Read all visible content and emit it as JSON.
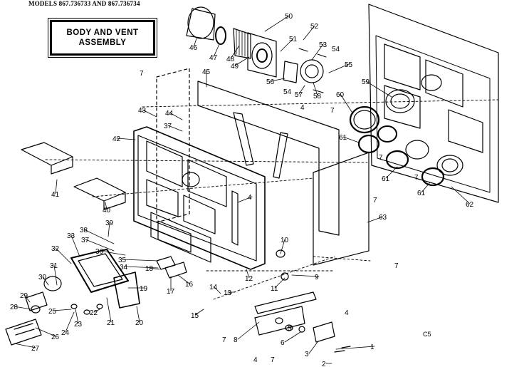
{
  "header": {
    "models": "MODELS 867.736733 AND 867.736734"
  },
  "title": {
    "line1": "BODY AND VENT",
    "line2": "ASSEMBLY"
  },
  "footer_code": "C5",
  "callouts": [
    {
      "id": "c46",
      "label": "46"
    },
    {
      "id": "c47",
      "label": "47"
    },
    {
      "id": "c48",
      "label": "48"
    },
    {
      "id": "c49",
      "label": "49"
    },
    {
      "id": "c50",
      "label": "50"
    },
    {
      "id": "c51",
      "label": "51"
    },
    {
      "id": "c52",
      "label": "52"
    },
    {
      "id": "c53",
      "label": "53"
    },
    {
      "id": "c54a",
      "label": "54"
    },
    {
      "id": "c55",
      "label": "55"
    },
    {
      "id": "c56",
      "label": "56"
    },
    {
      "id": "c54b",
      "label": "54"
    },
    {
      "id": "c57",
      "label": "57"
    },
    {
      "id": "c58",
      "label": "58"
    },
    {
      "id": "c59",
      "label": "59"
    },
    {
      "id": "c60",
      "label": "60"
    },
    {
      "id": "c7a",
      "label": "7"
    },
    {
      "id": "c45",
      "label": "45"
    },
    {
      "id": "c43",
      "label": "43"
    },
    {
      "id": "c44",
      "label": "44"
    },
    {
      "id": "c37a",
      "label": "37"
    },
    {
      "id": "c4a",
      "label": "4"
    },
    {
      "id": "c7b",
      "label": "7"
    },
    {
      "id": "c42",
      "label": "42"
    },
    {
      "id": "c61a",
      "label": "61"
    },
    {
      "id": "c7c",
      "label": "7"
    },
    {
      "id": "c61b",
      "label": "61"
    },
    {
      "id": "c61c",
      "label": "61"
    },
    {
      "id": "c62",
      "label": "62"
    },
    {
      "id": "c4b",
      "label": "4"
    },
    {
      "id": "c7d",
      "label": "7"
    },
    {
      "id": "c41",
      "label": "41"
    },
    {
      "id": "c40",
      "label": "40"
    },
    {
      "id": "c63",
      "label": "63"
    },
    {
      "id": "c39",
      "label": "39"
    },
    {
      "id": "c38",
      "label": "38"
    },
    {
      "id": "c33",
      "label": "33"
    },
    {
      "id": "c37b",
      "label": "37"
    },
    {
      "id": "c36",
      "label": "36"
    },
    {
      "id": "c32",
      "label": "32"
    },
    {
      "id": "c35",
      "label": "35"
    },
    {
      "id": "c34",
      "label": "34"
    },
    {
      "id": "c18",
      "label": "18"
    },
    {
      "id": "c10",
      "label": "10"
    },
    {
      "id": "c7e",
      "label": "7"
    },
    {
      "id": "c12",
      "label": "12"
    },
    {
      "id": "c9",
      "label": "9"
    },
    {
      "id": "c30",
      "label": "30"
    },
    {
      "id": "c31",
      "label": "31"
    },
    {
      "id": "c19",
      "label": "19"
    },
    {
      "id": "c17",
      "label": "17"
    },
    {
      "id": "c16",
      "label": "16"
    },
    {
      "id": "c14",
      "label": "14"
    },
    {
      "id": "c13",
      "label": "13"
    },
    {
      "id": "c11",
      "label": "11"
    },
    {
      "id": "c29",
      "label": "29"
    },
    {
      "id": "c28",
      "label": "28"
    },
    {
      "id": "c25",
      "label": "25"
    },
    {
      "id": "c20",
      "label": "20"
    },
    {
      "id": "c15",
      "label": "15"
    },
    {
      "id": "c22",
      "label": "22"
    },
    {
      "id": "c21",
      "label": "21"
    },
    {
      "id": "c23",
      "label": "23"
    },
    {
      "id": "c24",
      "label": "24"
    },
    {
      "id": "c26",
      "label": "26"
    },
    {
      "id": "c27",
      "label": "27"
    },
    {
      "id": "c7f",
      "label": "7"
    },
    {
      "id": "c4c",
      "label": "4"
    },
    {
      "id": "c8",
      "label": "8"
    },
    {
      "id": "c5",
      "label": "5"
    },
    {
      "id": "c6",
      "label": "6"
    },
    {
      "id": "c7g",
      "label": "7"
    },
    {
      "id": "c4d",
      "label": "4"
    },
    {
      "id": "c7h",
      "label": "7"
    },
    {
      "id": "c3",
      "label": "3"
    },
    {
      "id": "c1",
      "label": "1"
    },
    {
      "id": "c2",
      "label": "2"
    }
  ]
}
